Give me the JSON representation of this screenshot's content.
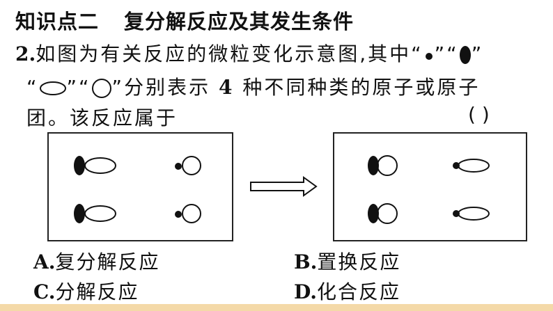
{
  "section": {
    "title_part1": "知识点二",
    "title_part2": "复分解反应及其发生条件"
  },
  "question": {
    "number": "2.",
    "line1_text": "如图为有关反应的微粒变化示意图,其中",
    "open_quote": "“",
    "close_quote": "”",
    "line2_tail_a": "分别表示",
    "count": "4",
    "line2_tail_b": "种不同种类的原子或原子",
    "line3_text": "团。该反应属于",
    "answer_blank": "(      )"
  },
  "options": [
    {
      "letter": "A.",
      "text": "复分解反应"
    },
    {
      "letter": "B.",
      "text": "置换反应"
    },
    {
      "letter": "C.",
      "text": "分解反应"
    },
    {
      "letter": "D.",
      "text": "化合反应"
    }
  ],
  "colors": {
    "bottom_bar": "#f4d9a8",
    "stroke": "#111111"
  },
  "icons": [
    "small-black-dot-icon",
    "black-ellipse-icon",
    "white-ellipse-icon",
    "white-circle-icon",
    "right-arrow-icon"
  ]
}
